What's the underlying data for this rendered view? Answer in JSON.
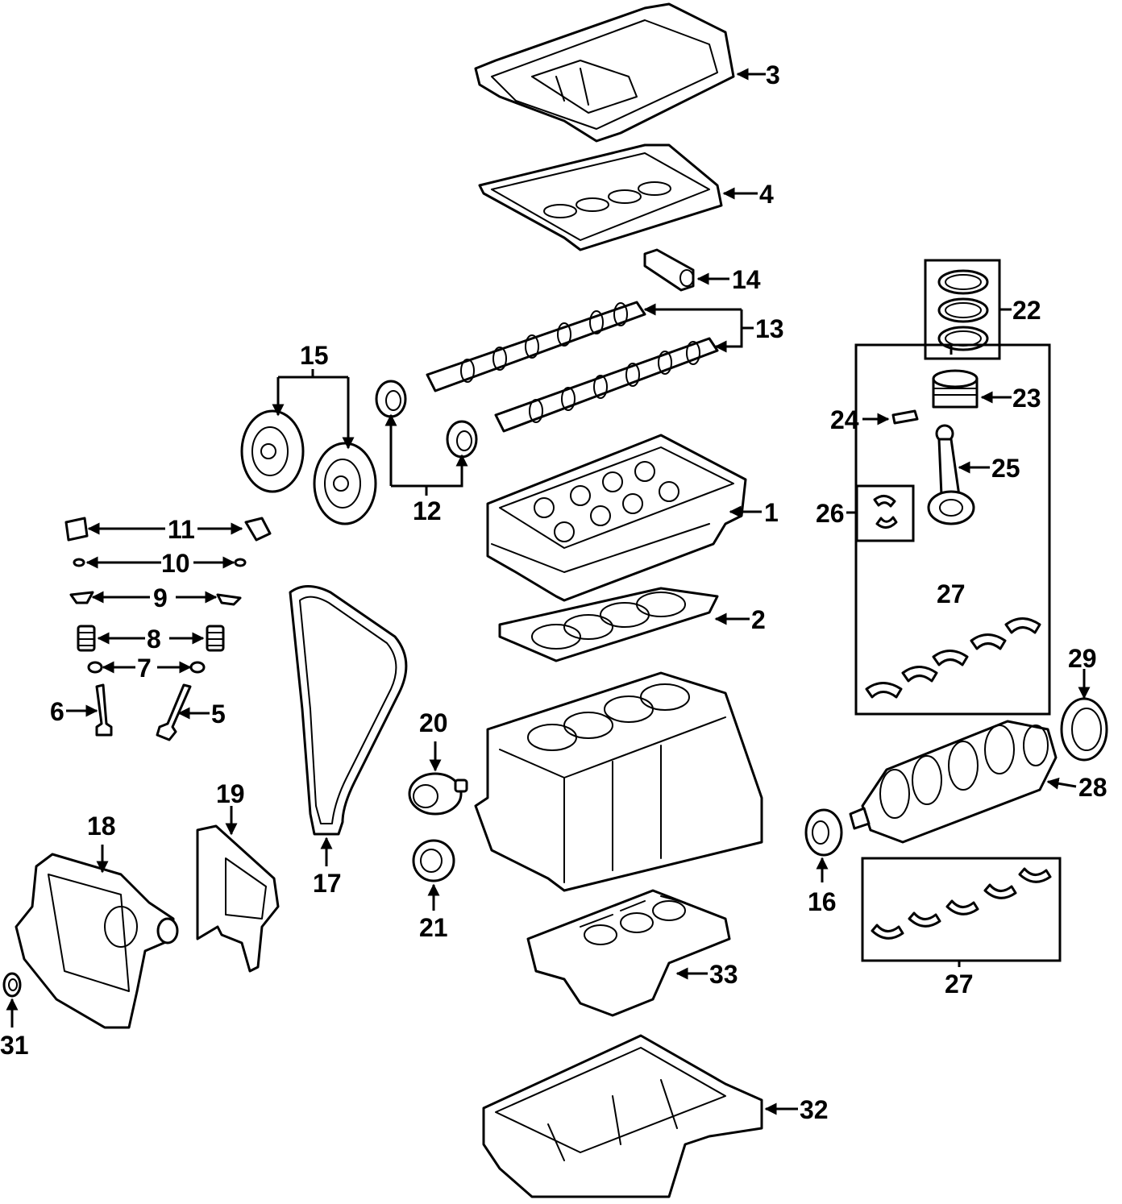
{
  "callouts": {
    "c1": "1",
    "c2": "2",
    "c3": "3",
    "c4": "4",
    "c5": "5",
    "c6": "6",
    "c7": "7",
    "c8": "8",
    "c9": "9",
    "c10": "10",
    "c11": "11",
    "c12": "12",
    "c13": "13",
    "c14": "14",
    "c15": "15",
    "c16": "16",
    "c17": "17",
    "c18": "18",
    "c19": "19",
    "c20": "20",
    "c21": "21",
    "c22": "22",
    "c23": "23",
    "c24": "24",
    "c25": "25",
    "c26": "26",
    "c27a": "27",
    "c27b": "27",
    "c28": "28",
    "c29": "29",
    "c31": "31",
    "c32": "32",
    "c33": "33"
  }
}
